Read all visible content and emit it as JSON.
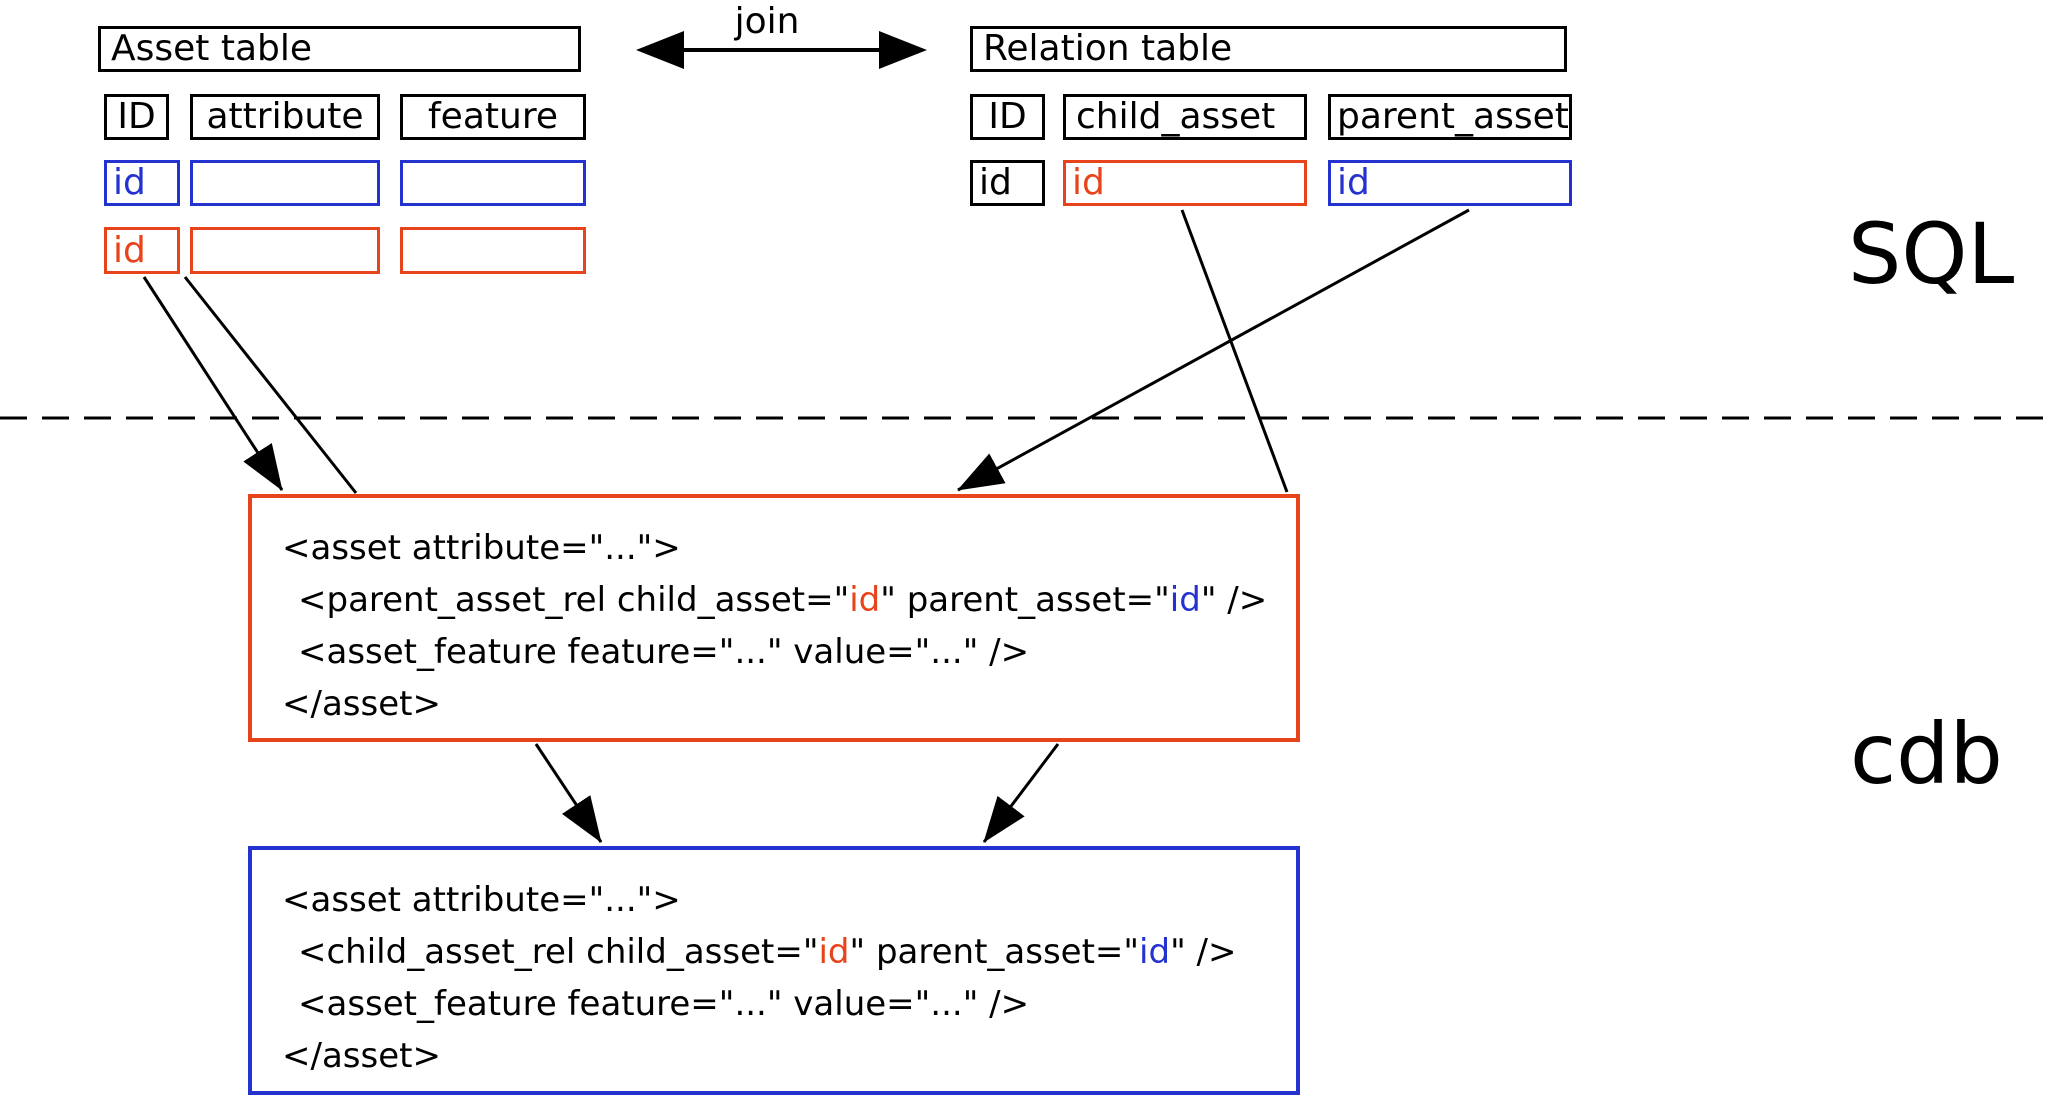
{
  "labels": {
    "sql": "SQL",
    "cdb": "cdb",
    "join": "join"
  },
  "colors": {
    "accent_red": "#e8441c",
    "accent_blue": "#2433cf",
    "line_black": "#000000"
  },
  "asset_table": {
    "title": "Asset table",
    "columns": [
      "ID",
      "attribute",
      "feature"
    ],
    "blue_row_id": "id",
    "red_row_id": "id"
  },
  "relation_table": {
    "title": "Relation table",
    "columns": [
      "ID",
      "child_asset",
      "parent_asset"
    ],
    "row_id": "id",
    "row_child_asset_id": "id",
    "row_parent_asset_id": "id"
  },
  "code_box_red": {
    "open": "<asset attribute=\"...\">",
    "rel_pre": "<parent_asset_rel child_asset=\"",
    "rel_child_id": "id",
    "rel_mid": "\" parent_asset=\"",
    "rel_parent_id": "id",
    "rel_post": "\" />",
    "feature": "<asset_feature feature=\"...\" value=\"...\" />",
    "close": "</asset>"
  },
  "code_box_blue": {
    "open": "<asset attribute=\"...\">",
    "rel_pre": "<child_asset_rel child_asset=\"",
    "rel_child_id": "id",
    "rel_mid": "\" parent_asset=\"",
    "rel_parent_id": "id",
    "rel_post": "\" />",
    "feature": "<asset_feature feature=\"...\" value=\"...\" />",
    "close": "</asset>"
  }
}
